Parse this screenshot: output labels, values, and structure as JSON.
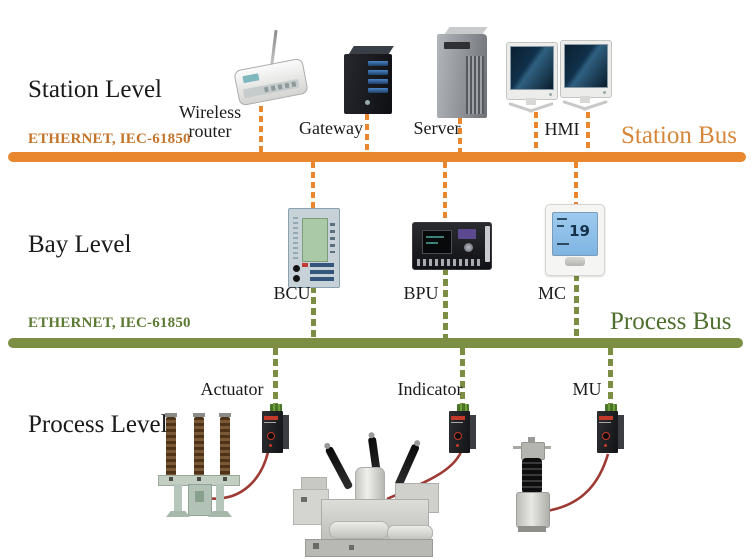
{
  "colors": {
    "station_bus": "#E8872E",
    "station_text": "#C4742A",
    "station_bus_label": "#D5863B",
    "process_bus": "#7B8E44",
    "process_text": "#5C7A33",
    "process_bus_label": "#4E6E2D",
    "wire": "#9E3A34",
    "label_text": "#1A1A1A"
  },
  "levels": {
    "station": "Station Level",
    "bay": "Bay Level",
    "process": "Process Level"
  },
  "buses": {
    "station": {
      "protocol": "ETHERNET, IEC-61850",
      "name": "Station Bus"
    },
    "process": {
      "protocol": "ETHERNET, IEC-61850",
      "name": "Process Bus"
    }
  },
  "devices": {
    "wireless_router": "Wireless router",
    "gateway": "Gateway",
    "server": "Server",
    "hmi": "HMI",
    "bcu": "BCU",
    "bpu": "BPU",
    "mc": "MC",
    "actuator": "Actuator",
    "indicator": "Indicator",
    "mu": "MU"
  },
  "mc_display": "19"
}
